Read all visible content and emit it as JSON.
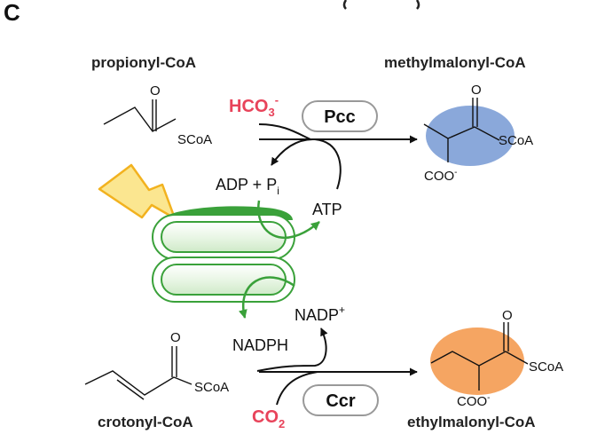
{
  "panel_letter": "C",
  "top": {
    "substrate_name": "propionyl-CoA",
    "product_name": "methylmalonyl-CoA",
    "substrate_scoa": "SCoA",
    "substrate_o": "O",
    "product_scoa": "SCoA",
    "product_o": "O",
    "product_coo": "COO",
    "product_coo_charge": "-",
    "cosubstrate_main": "HCO",
    "cosubstrate_sub": "3",
    "cosubstrate_charge": "-",
    "enzyme": "Pcc",
    "adp_text": "ADP + P",
    "adp_sub": "i",
    "atp": "ATP"
  },
  "bottom": {
    "substrate_name": "crotonyl-CoA",
    "product_name": "ethylmalonyl-CoA",
    "substrate_scoa": "SCoA",
    "substrate_o": "O",
    "product_scoa": "SCoA",
    "product_o": "O",
    "product_coo": "COO",
    "product_coo_charge": "-",
    "cosubstrate_main": "CO",
    "cosubstrate_sub": "2",
    "enzyme": "Ccr",
    "nadph": "NADPH",
    "nadp_main": "NADP",
    "nadp_charge": "+"
  },
  "colors": {
    "accent_red": "#e8435a",
    "green": "#3aa13a",
    "light_green": "#e4f4e0",
    "blue_blob": "#7d9fd6",
    "orange_blob": "#f4a05a",
    "lightning_fill": "#fbe690",
    "lightning_stroke": "#f2b21f"
  }
}
